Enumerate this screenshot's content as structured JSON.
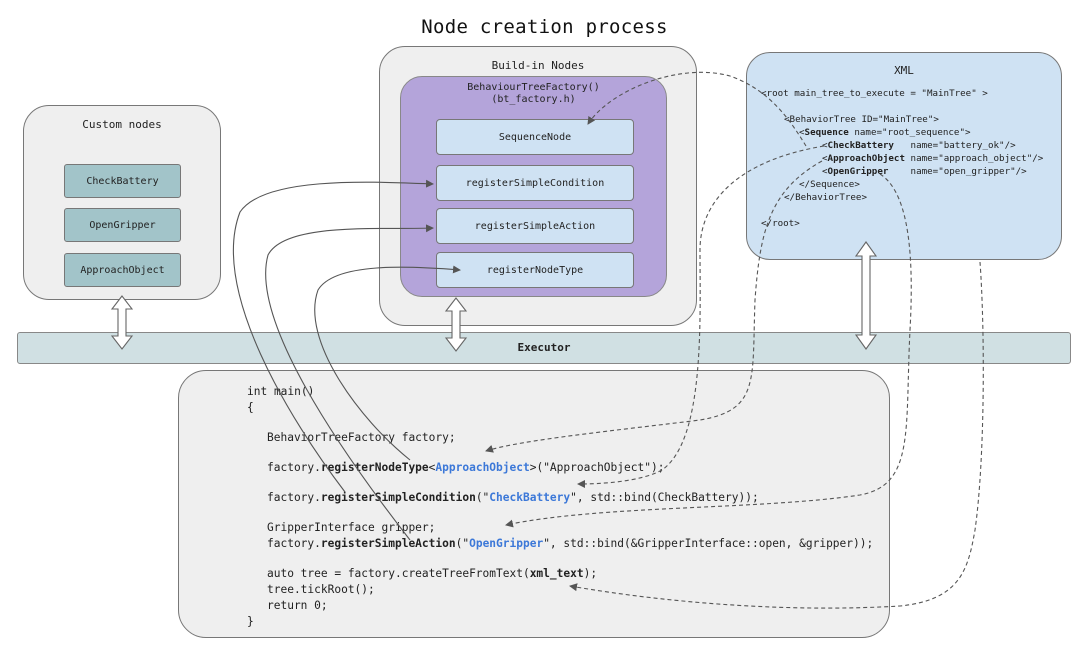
{
  "title": "Node creation process",
  "custom_nodes": {
    "title": "Custom nodes",
    "items": [
      "CheckBattery",
      "OpenGripper",
      "ApproachObject"
    ]
  },
  "buildin_nodes": {
    "title": "Build-in Nodes",
    "factory_line1": "BehaviourTreeFactory()",
    "factory_line2": "(bt_factory.h)",
    "items": [
      "SequenceNode",
      "registerSimpleCondition",
      "registerSimpleAction",
      "registerNodeType"
    ]
  },
  "xml": {
    "title": "XML",
    "line_root": "<root main_tree_to_execute = \"MainTree\" >",
    "bt_open": "<BehaviorTree ID=\"MainTree\">",
    "seq_lt": "<",
    "seq_tag": "Sequence",
    "seq_rest": " name=\"root_sequence\">",
    "cb_lt": "<",
    "cb_tag": "CheckBattery",
    "cb_rest": "   name=\"battery_ok\"/>",
    "ao_lt": "<",
    "ao_tag": "ApproachObject",
    "ao_rest": " name=\"approach_object\"/>",
    "og_lt": "<",
    "og_tag": "OpenGripper",
    "og_rest": "    name=\"open_gripper\"/>",
    "seq_close": "</Sequence>",
    "bt_close": "</BehaviorTree>",
    "root_close": "</root>"
  },
  "executor": {
    "label": "Executor"
  },
  "code": {
    "l1": "int main()",
    "l2": "{",
    "l3": "BehaviorTreeFactory factory;",
    "l4_a": "factory.",
    "l4_b": "registerNodeType",
    "l4_c": "<",
    "l4_d": "ApproachObject",
    "l4_e": ">(\"ApproachObject\");",
    "l5_a": "factory.",
    "l5_b": "registerSimpleCondition",
    "l5_c": "(\"",
    "l5_d": "CheckBattery",
    "l5_e": "\", std::bind(CheckBattery));",
    "l6": "GripperInterface gripper;",
    "l7_a": "factory.",
    "l7_b": "registerSimpleAction",
    "l7_c": "(\"",
    "l7_d": "OpenGripper",
    "l7_e": "\", std::bind(&GripperInterface::open, &gripper));",
    "l8_a": "auto tree = factory.createTreeFromText(",
    "l8_b": "xml_text",
    "l8_c": ");",
    "l9": "tree.tickRoot();",
    "l10": "return 0;",
    "l11": "}"
  },
  "colors": {
    "panel_gray": "#efefef",
    "factory_purple": "#b4a4da",
    "node_blue": "#cfe2f3",
    "node_teal": "#a2c4c9",
    "executor": "#d0e0e3",
    "code_highlight": "#3c78d8"
  }
}
